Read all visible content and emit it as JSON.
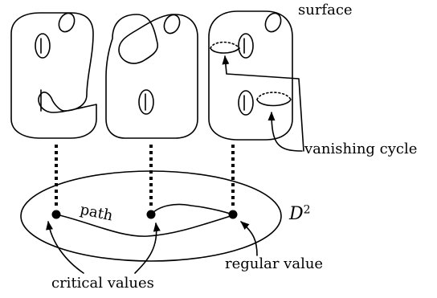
{
  "labels": {
    "surface": "surface",
    "vanishing_cycle": "vanishing cycle",
    "disk_symbol": "D",
    "disk_exponent": "2",
    "path": "path",
    "regular_value": "regular value",
    "critical_values": "critical values"
  },
  "counts": {
    "surfaces": 3,
    "critical_points": 2,
    "regular_points": 1
  }
}
